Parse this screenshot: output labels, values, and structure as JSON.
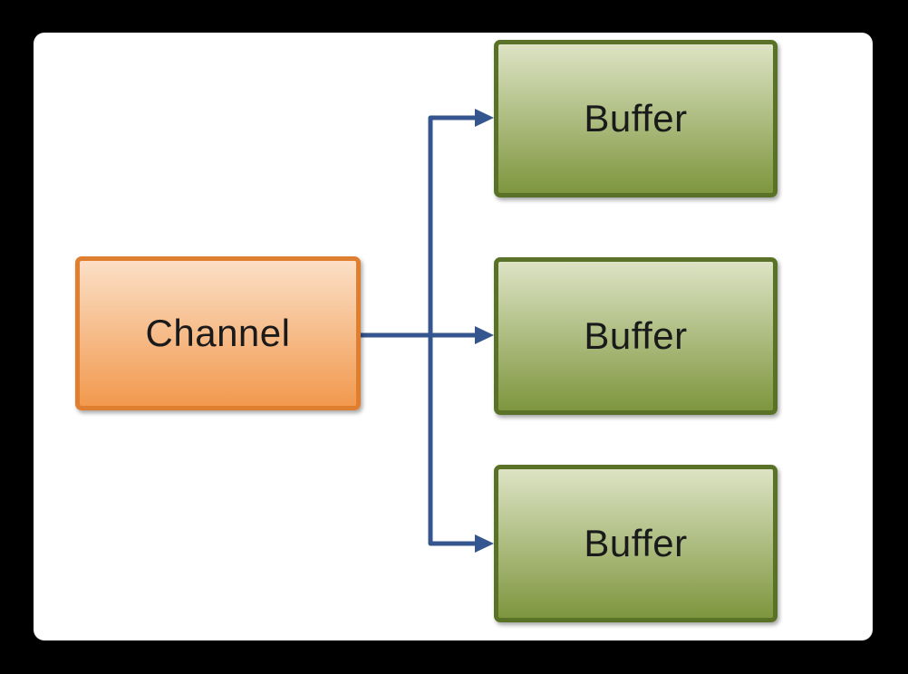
{
  "diagram": {
    "channel": {
      "label": "Channel"
    },
    "buffers": [
      {
        "label": "Buffer"
      },
      {
        "label": "Buffer"
      },
      {
        "label": "Buffer"
      }
    ],
    "colors": {
      "background": "#000000",
      "canvas": "#FFFFFF",
      "connector": "#35558E",
      "channel_border": "#E07E30",
      "channel_fill_top": "#FBDFC6",
      "channel_fill_bottom": "#F2994E",
      "buffer_border": "#5A7227",
      "buffer_fill_top": "#DDE3C4",
      "buffer_fill_bottom": "#7E963E",
      "text": "#1A1A1A"
    }
  }
}
